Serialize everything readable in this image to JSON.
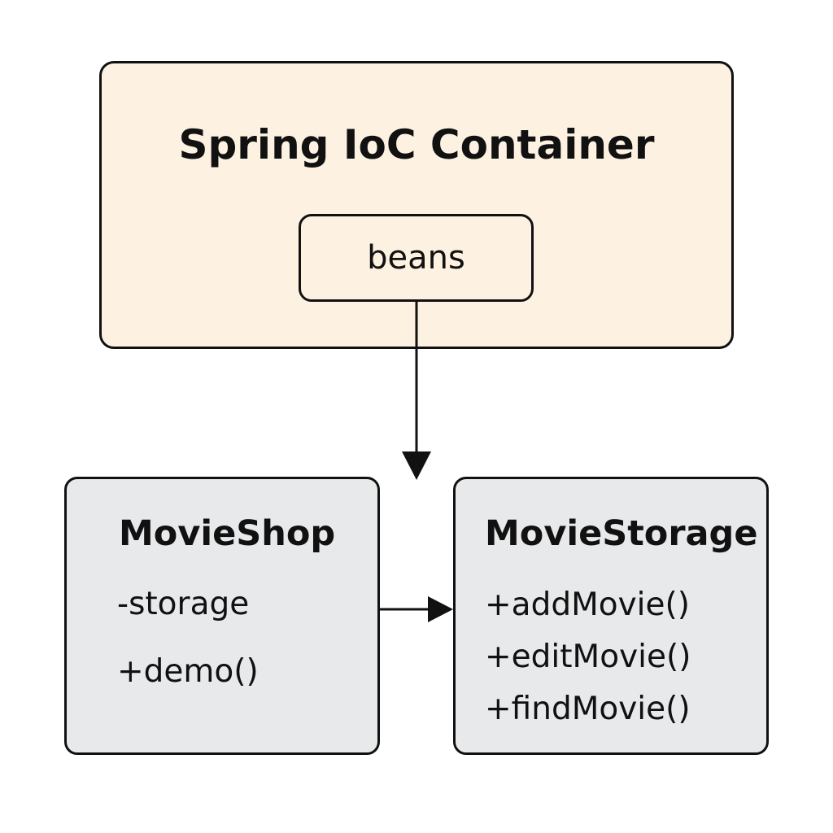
{
  "container": {
    "title": "Spring IoC Container",
    "beans_label": "beans"
  },
  "movie_shop": {
    "name": "MovieShop",
    "members": [
      "-storage",
      "+demo()"
    ]
  },
  "movie_storage": {
    "name": "MovieStorage",
    "members": [
      "+addMovie()",
      "+editMovie()",
      "+findMovie()"
    ]
  },
  "colors": {
    "container_fill": "#fdf1e1",
    "class_fill": "#e8e9eb",
    "stroke": "#111111"
  }
}
